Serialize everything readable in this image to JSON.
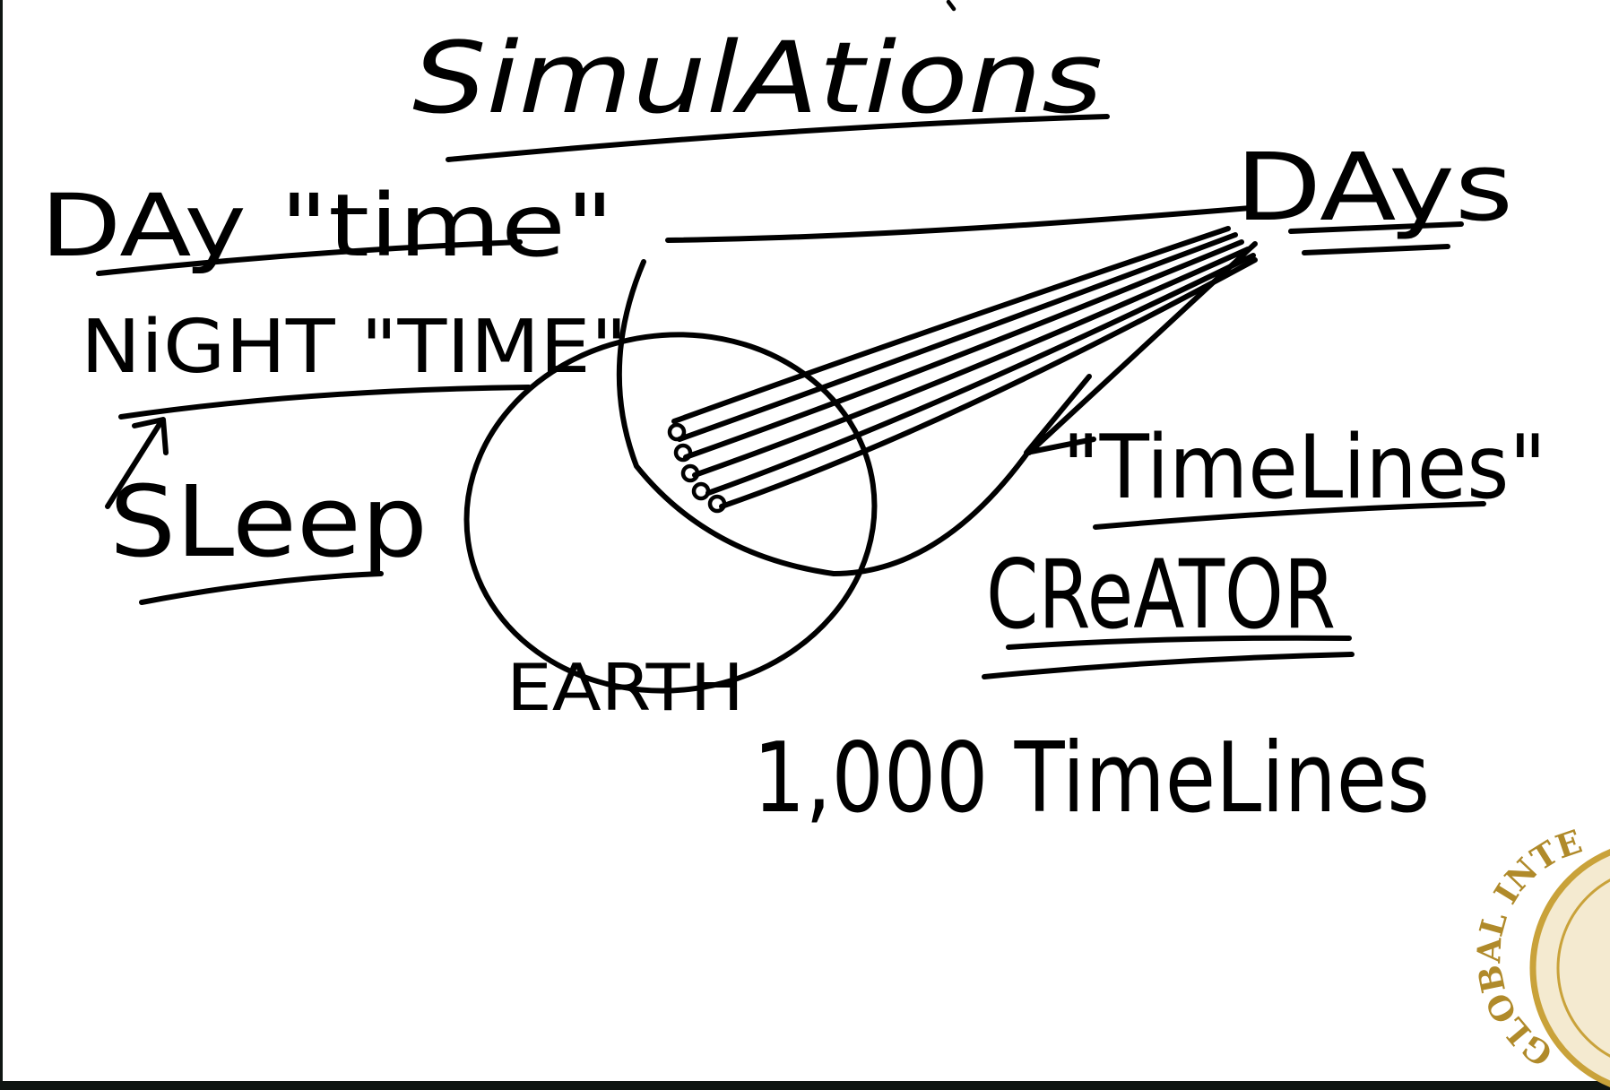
{
  "whiteboard": {
    "title": "SimulAtions",
    "day_label": "DAy \"time\"",
    "night_label": "NiGHT \"TIME\"",
    "sleep_label": "SLeep",
    "earth_label": "EARTH",
    "days_label": "DAys",
    "timelines_label": "\"TimeLines\"",
    "creator_label": "CReATOR",
    "thousand_timelines_label": "1,000 TimeLines"
  },
  "seal": {
    "text": "GLOBAL INTE",
    "color": "#c9a23a"
  },
  "colors": {
    "ink": "#000000",
    "board": "#ffffff",
    "frame": "#0f1512"
  }
}
